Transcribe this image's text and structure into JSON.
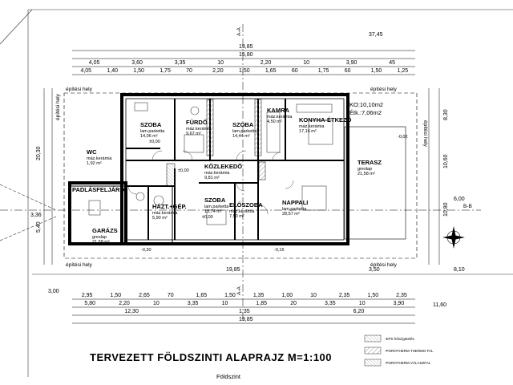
{
  "title": "TERVEZETT FÖLDSZINTI ALAPRAJZ M=1:100",
  "caption": "Földszint",
  "zone_label": "építési hely",
  "section_marks": {
    "aa": "A-A",
    "bb": "B-B"
  },
  "ko": "KO:10,10m2",
  "etk": "Étk.:7,06m2",
  "rooms": [
    {
      "name": "SZOBA",
      "floor": "lam.parketta",
      "area": "14,06 m²"
    },
    {
      "name": "FÜRDŐ",
      "floor": "máz.kerámia",
      "area": "9,67 m²"
    },
    {
      "name": "SZOBA",
      "floor": "lam.parketta",
      "area": "14,44 m²"
    },
    {
      "name": "KAMRA",
      "floor": "máz.kerámia",
      "area": "4,50 m²"
    },
    {
      "name": "KONYHA-ÉTKEZŐ",
      "floor": "máz.kerámia",
      "area": "17,16 m²"
    },
    {
      "name": "WC",
      "floor": "máz.kerámia",
      "area": "1,92 m²"
    },
    {
      "name": "KÖZLEKEDŐ",
      "floor": "máz.kerámia",
      "area": "9,81 m²"
    },
    {
      "name": "TERASZ",
      "floor": "greslap",
      "area": "21,58 m²"
    },
    {
      "name": "PADLÁSFELJÁRÓ",
      "floor": "",
      "area": ""
    },
    {
      "name": "HÁZT.+GÉP.",
      "floor": "máz.kerámia",
      "area": "5,90 m²"
    },
    {
      "name": "SZOBA",
      "floor": "lam.parketta",
      "area": "13,74 m²"
    },
    {
      "name": "ELŐSZOBA",
      "floor": "máz.kerámia",
      "area": "7,50 m²"
    },
    {
      "name": "NAPPALI",
      "floor": "lam.parketta",
      "area": "28,57 m²"
    },
    {
      "name": "GARÁZS",
      "floor": "greslap",
      "area": "21,58 m²"
    }
  ],
  "levels": [
    "±0,00",
    "±0,00",
    "±0,00",
    "-0,02",
    "-0,30",
    "-0,16"
  ],
  "dims": {
    "top_rows": [
      [
        "19,85"
      ],
      [
        "15,80"
      ],
      [
        "4,05",
        "3,60",
        "3,35",
        "10",
        "2,20",
        "10",
        "3,90",
        "45"
      ],
      [
        "4,05",
        "1,40",
        "1,50",
        "1,75",
        "70",
        "2,20",
        "1,50",
        "1,65",
        "60",
        "1,75",
        "60",
        "1,50",
        "1,25"
      ]
    ],
    "bottom_rows": [
      [
        "2,95",
        "1,50",
        "2,65",
        "70",
        "1,65",
        "1,50",
        "1,35",
        "1,00",
        "10",
        "2,35",
        "1,50",
        "2,35"
      ],
      [
        "5,80",
        "2,20",
        "10",
        "3,35",
        "10",
        "1,85",
        "20",
        "3,35",
        "10",
        "3,90"
      ],
      [
        "12,30",
        "1,35",
        "6,20"
      ],
      [
        "19,85"
      ]
    ],
    "top_right": "37,45",
    "side_right": [
      "8,30",
      "10,60",
      "10,80"
    ],
    "side_left": [
      "20,30",
      "5,40"
    ],
    "mid": [
      "19,85",
      "6,00",
      "8,10",
      "3,50",
      "3,00",
      "3,36",
      "11,60"
    ]
  },
  "legend": [
    {
      "label": "-EPS hőszigetelés"
    },
    {
      "label": "-POROTHERM THERMO FAL"
    },
    {
      "label": "-POROTHERM VÁLASZFAL"
    }
  ]
}
